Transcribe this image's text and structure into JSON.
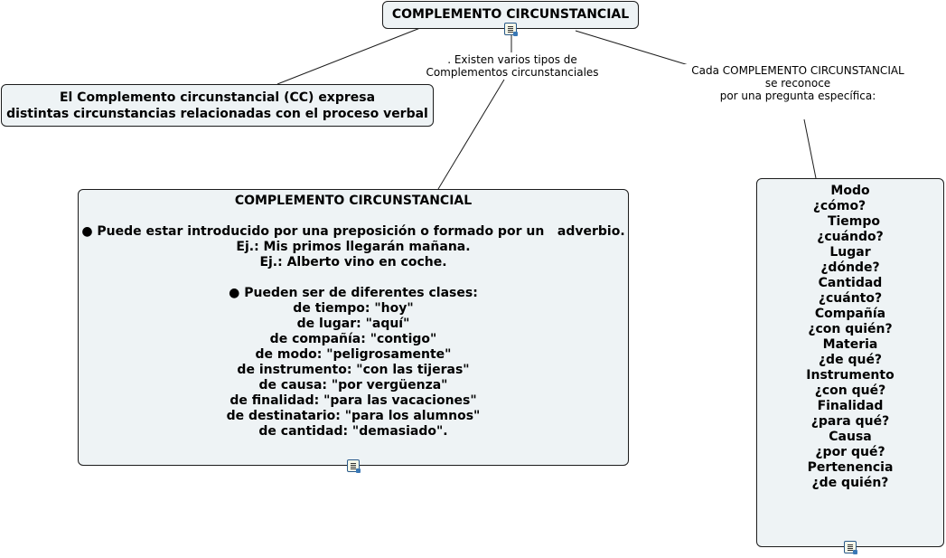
{
  "root": {
    "title": "COMPLEMENTO CIRCUNSTANCIAL"
  },
  "left_node": {
    "line1": "El Complemento circunstancial (CC) expresa",
    "line2": "distintas circunstancias relacionadas con el proceso verbal"
  },
  "link_types": {
    "line1": ". Existen varios tipos de",
    "line2": "Complementos circunstanciales"
  },
  "link_question": {
    "line1": "Cada COMPLEMENTO CIRCUNSTANCIAL",
    "line2": "se reconoce",
    "line3": "por una pregunta específica:"
  },
  "main_node": {
    "title": "COMPLEMENTO CIRCUNSTANCIAL",
    "lines": [
      "● Puede estar introducido por una preposición o formado por un   adverbio.",
      "Ej.: Mis primos llegarán mañana.",
      "Ej.: Alberto vino en coche.",
      "● Pueden ser de diferentes clases:",
      "de tiempo: \"hoy\"",
      "de lugar: \"aquí\"",
      "de compañía: \"contigo\"",
      "de modo: \"peligrosamente\"",
      "de instrumento: \"con las tijeras\"",
      "de causa: \"por vergüenza\"",
      "de finalidad: \"para las vacaciones\"",
      "de destinatario: \"para los alumnos\"",
      "de cantidad: \"demasiado\"."
    ]
  },
  "right_node": {
    "lines": [
      "Modo",
      "¿cómo?",
      "Tiempo",
      "¿cuándo?",
      "Lugar",
      "¿dónde?",
      "Cantidad",
      "¿cuánto?",
      "Compañía",
      "¿con quién?",
      "Materia",
      "¿de qué?",
      "Instrumento",
      "¿con qué?",
      "Finalidad",
      "¿para qué?",
      "Causa",
      "¿por qué?",
      "Pertenencia",
      "¿de quién?"
    ]
  },
  "icons": {
    "root": "note-icon",
    "main": "note-icon",
    "right": "note-icon"
  },
  "colors": {
    "node_fill": "#eef3f5",
    "node_border": "#1c1c1c",
    "connector": "#1c1c1c"
  }
}
